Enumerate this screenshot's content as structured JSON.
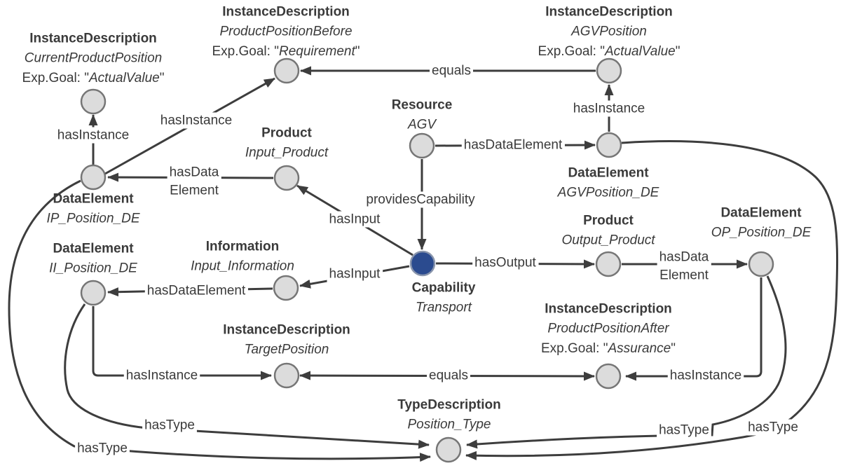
{
  "diagram": {
    "exp_goal_prefix": "Exp.Goal: \"",
    "exp_goal_suffix": "\"",
    "nodes": [
      {
        "id": "current_product_position",
        "type": "InstanceDescription",
        "name": "CurrentProductPosition",
        "exp_goal": "ActualValue"
      },
      {
        "id": "product_position_before",
        "type": "InstanceDescription",
        "name": "ProductPositionBefore",
        "exp_goal": "Requirement"
      },
      {
        "id": "agv_position",
        "type": "InstanceDescription",
        "name": "AGVPosition",
        "exp_goal": "ActualValue"
      },
      {
        "id": "ip_position_de",
        "type": "DataElement",
        "name": "IP_Position_DE"
      },
      {
        "id": "input_product",
        "type": "Product",
        "name": "Input_Product"
      },
      {
        "id": "resource_agv",
        "type": "Resource",
        "name": "AGV"
      },
      {
        "id": "agv_position_de",
        "type": "DataElement",
        "name": "AGVPosition_DE"
      },
      {
        "id": "ii_position_de",
        "type": "DataElement",
        "name": "II_Position_DE"
      },
      {
        "id": "input_information",
        "type": "Information",
        "name": "Input_Information"
      },
      {
        "id": "capability_transport",
        "type": "Capability",
        "name": "Transport",
        "accent": true
      },
      {
        "id": "output_product",
        "type": "Product",
        "name": "Output_Product"
      },
      {
        "id": "op_position_de",
        "type": "DataElement",
        "name": "OP_Position_DE"
      },
      {
        "id": "target_position",
        "type": "InstanceDescription",
        "name": "TargetPosition"
      },
      {
        "id": "product_position_after",
        "type": "InstanceDescription",
        "name": "ProductPositionAfter",
        "exp_goal": "Assurance"
      },
      {
        "id": "position_type",
        "type": "TypeDescription",
        "name": "Position_Type"
      }
    ],
    "edges": [
      {
        "id": "has_instance_cpp",
        "label": "hasInstance"
      },
      {
        "id": "has_instance_ppb",
        "label": "hasInstance"
      },
      {
        "id": "equals_top",
        "label": "equals"
      },
      {
        "id": "has_instance_agvpos",
        "label": "hasInstance"
      },
      {
        "id": "has_data_element_agv",
        "label": "hasDataElement"
      },
      {
        "id": "provides_capability",
        "label": "providesCapability"
      },
      {
        "id": "has_input_product",
        "label": "hasInput"
      },
      {
        "id": "has_input_info",
        "label": "hasInput"
      },
      {
        "id": "has_output",
        "label": "hasOutput"
      },
      {
        "id": "has_data_element_op",
        "label_lines": [
          "hasData",
          "Element"
        ]
      },
      {
        "id": "has_data_element_ip",
        "label_lines": [
          "hasData",
          "Element"
        ]
      },
      {
        "id": "has_data_element_ii",
        "label": "hasDataElement"
      },
      {
        "id": "has_instance_target",
        "label": "hasInstance"
      },
      {
        "id": "equals_bottom",
        "label": "equals"
      },
      {
        "id": "has_instance_ppa",
        "label": "hasInstance"
      },
      {
        "id": "has_type_ip",
        "label": "hasType"
      },
      {
        "id": "has_type_ii",
        "label": "hasType"
      },
      {
        "id": "has_type_op",
        "label": "hasType"
      },
      {
        "id": "has_type_agvde",
        "label": "hasType"
      }
    ],
    "colors": {
      "node_fill": "#dcdcdc",
      "node_stroke": "#767676",
      "capability_fill": "#2b4b8f",
      "capability_stroke": "#8a96ad",
      "line": "#3d3d3d",
      "text": "#3a3a3a"
    }
  }
}
